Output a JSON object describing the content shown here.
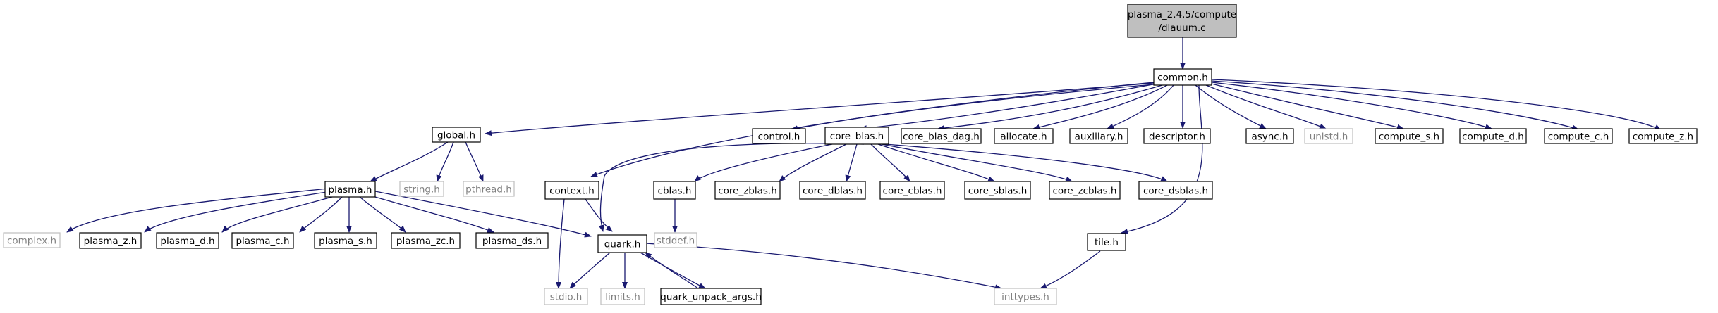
{
  "graph": {
    "root": {
      "line1": "plasma_2.4.5/compute",
      "line2": "/dlauum.c"
    },
    "nodes": {
      "common": "common.h",
      "global": "global.h",
      "control": "control.h",
      "core_blas": "core_blas.h",
      "core_blas_dag": "core_blas_dag.h",
      "allocate": "allocate.h",
      "auxiliary": "auxiliary.h",
      "descriptor": "descriptor.h",
      "async": "async.h",
      "unistd": "unistd.h",
      "compute_s": "compute_s.h",
      "compute_d": "compute_d.h",
      "compute_c": "compute_c.h",
      "compute_z": "compute_z.h",
      "plasma": "plasma.h",
      "string": "string.h",
      "pthread": "pthread.h",
      "context": "context.h",
      "cblas": "cblas.h",
      "core_zblas": "core_zblas.h",
      "core_dblas": "core_dblas.h",
      "core_cblas": "core_cblas.h",
      "core_sblas": "core_sblas.h",
      "core_zcblas": "core_zcblas.h",
      "core_dsblas": "core_dsblas.h",
      "complex": "complex.h",
      "plasma_z": "plasma_z.h",
      "plasma_d": "plasma_d.h",
      "plasma_c": "plasma_c.h",
      "plasma_s": "plasma_s.h",
      "plasma_zc": "plasma_zc.h",
      "plasma_ds": "plasma_ds.h",
      "quark": "quark.h",
      "stddef": "stddef.h",
      "tile": "tile.h",
      "stdio": "stdio.h",
      "limits": "limits.h",
      "quark_unpack_args": "quark_unpack_args.h",
      "inttypes": "inttypes.h"
    }
  },
  "colors": {
    "edge": "#191970",
    "root_fill": "#bfbfbf",
    "node_border": "#000000",
    "system_border": "#bfbfbf",
    "system_text": "#7f7f7f"
  }
}
